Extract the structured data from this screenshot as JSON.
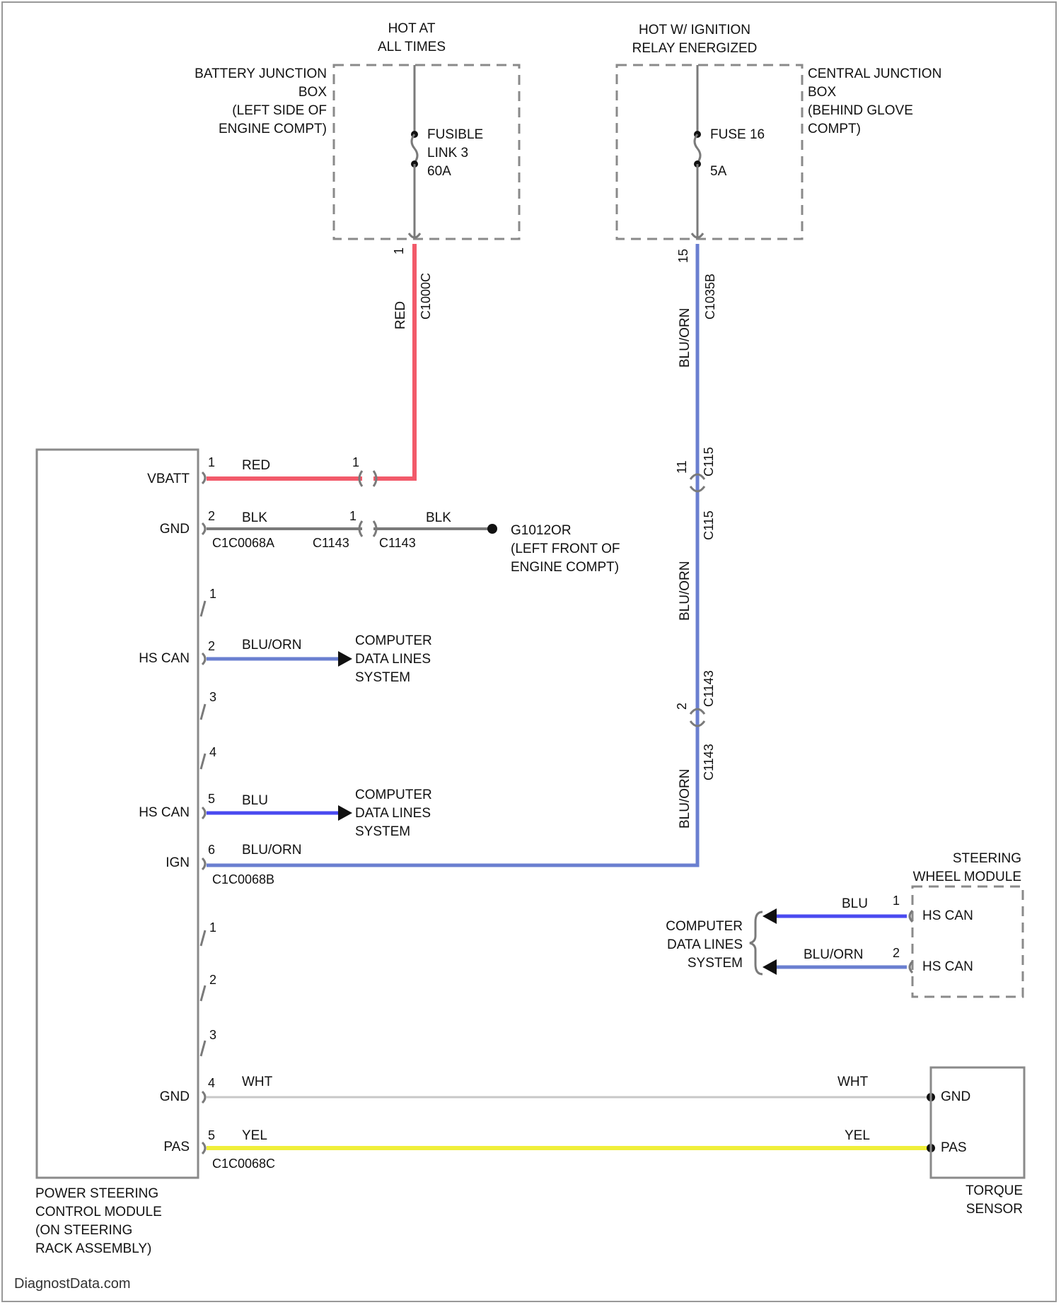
{
  "title_sources": {
    "battery_hot": [
      "HOT AT",
      "ALL TIMES"
    ],
    "ignition_hot": [
      "HOT W/ IGNITION",
      "RELAY ENERGIZED"
    ]
  },
  "battery_junction_box": {
    "label": [
      "BATTERY JUNCTION",
      "BOX",
      "(LEFT SIDE OF",
      "ENGINE COMPT)"
    ],
    "fuse_label": [
      "FUSIBLE",
      "LINK 3",
      "60A"
    ],
    "pin": "1",
    "connector": "C1000C",
    "wire_color": "RED"
  },
  "central_junction_box": {
    "label": [
      "CENTRAL JUNCTION",
      "BOX",
      "(BEHIND GLOVE",
      "COMPT)"
    ],
    "fuse_label": [
      "FUSE 16",
      "5A"
    ],
    "pin": "15",
    "connector": "C1035B",
    "wire_color": "BLU/ORN"
  },
  "pscm": {
    "label": [
      "POWER STEERING",
      "CONTROL MODULE",
      "(ON STEERING",
      "RACK ASSEMBLY)"
    ],
    "signals": {
      "vbatt": "VBATT",
      "gnd": "GND",
      "hs_can_1": "HS CAN",
      "hs_can_2": "HS CAN",
      "ign": "IGN",
      "gnd_2": "GND",
      "pas": "PAS"
    },
    "connectors": {
      "a": "C1C0068A",
      "b": "C1C0068B",
      "c": "C1C0068C"
    }
  },
  "connector_c1143": {
    "pin_1": "1",
    "pin_2": "2",
    "male": "C1143",
    "female": "C1143"
  },
  "ground": {
    "wire_color": "BLK",
    "label": [
      "G1012OR",
      "(LEFT FRONT OF",
      "ENGINE COMPT)"
    ]
  },
  "ignition_inline": {
    "connector_top_pin": "11",
    "connector_top_f": "C115",
    "connector_top_m": "C115",
    "connector_bottom_pin": "2",
    "connector_bottom_f": "C1143",
    "connector_bottom_m": "C1143",
    "wire_color": "BLU/ORN"
  },
  "pscm_pins_a": [
    {
      "pin": "1",
      "color": "RED"
    },
    {
      "pin": "2",
      "color": "BLK"
    }
  ],
  "pscm_pins_b": [
    {
      "pin": "1",
      "color": ""
    },
    {
      "pin": "2",
      "color": "BLU/ORN"
    },
    {
      "pin": "3",
      "color": ""
    },
    {
      "pin": "4",
      "color": ""
    },
    {
      "pin": "5",
      "color": "BLU"
    },
    {
      "pin": "6",
      "color": "BLU/ORN"
    }
  ],
  "pscm_pins_c": [
    {
      "pin": "1",
      "color": ""
    },
    {
      "pin": "2",
      "color": ""
    },
    {
      "pin": "3",
      "color": ""
    },
    {
      "pin": "4",
      "color": "WHT"
    },
    {
      "pin": "5",
      "color": "YEL"
    }
  ],
  "computer_data_lines": [
    "COMPUTER",
    "DATA LINES",
    "SYSTEM"
  ],
  "steering_wheel_module": {
    "label": [
      "STEERING",
      "WHEEL MODULE"
    ],
    "pins": [
      {
        "pin": "1",
        "signal": "HS CAN",
        "color": "BLU"
      },
      {
        "pin": "2",
        "signal": "HS CAN",
        "color": "BLU/ORN"
      }
    ]
  },
  "torque_sensor": {
    "label": [
      "TORQUE",
      "SENSOR"
    ],
    "signals": [
      "GND",
      "PAS"
    ],
    "wire_colors": [
      "WHT",
      "YEL"
    ]
  },
  "footer": "DiagnostData.com",
  "wire_colors_hex": {
    "RED": "#f25a6a",
    "BLK": "#7a7a7a",
    "BLU/ORN": "#6a7fd0",
    "BLU": "#4a4af0",
    "WHT": "#c8c8c8",
    "YEL": "#f0ef3a"
  }
}
